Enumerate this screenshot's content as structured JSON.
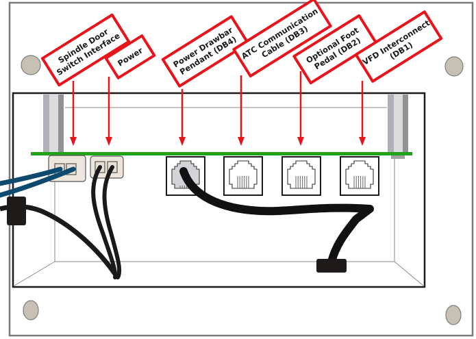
{
  "diagram": {
    "title": "Control box connector panel",
    "colors": {
      "label_border": "#e8141c",
      "arrow": "#e8141c",
      "pcb": "#22a21a",
      "screw": "#c7c1b4",
      "blue_cable": "#0e4a6e",
      "black_cable": "#111111",
      "terminal_block": "#ece6dc"
    },
    "labels": [
      {
        "id": "spindle-door",
        "lines": [
          "Spindle Door",
          "Switch Interface"
        ]
      },
      {
        "id": "power",
        "lines": [
          "Power"
        ]
      },
      {
        "id": "power-drawbar",
        "lines": [
          "Power Drawbar",
          "Pendant (DB4)"
        ]
      },
      {
        "id": "atc-comm",
        "lines": [
          "ATC Communication",
          "Cable (DB3)"
        ]
      },
      {
        "id": "foot-pedal",
        "lines": [
          "Optional Foot",
          "Pedal (DB2)"
        ]
      },
      {
        "id": "vfd",
        "lines": [
          "VFD Interconnect",
          "(DB1)"
        ]
      }
    ],
    "connectors": [
      {
        "id": "spindle-door-terminal",
        "type": "2-pin terminal",
        "cable": "blue pair"
      },
      {
        "id": "power-terminal",
        "type": "2-pin terminal",
        "cable": "black pair"
      },
      {
        "id": "db4-jack",
        "type": "RJ jack",
        "plugged": true
      },
      {
        "id": "db3-jack",
        "type": "RJ jack",
        "plugged": false
      },
      {
        "id": "db2-jack",
        "type": "RJ jack",
        "plugged": false
      },
      {
        "id": "db1-jack",
        "type": "RJ jack",
        "plugged": false
      }
    ]
  }
}
